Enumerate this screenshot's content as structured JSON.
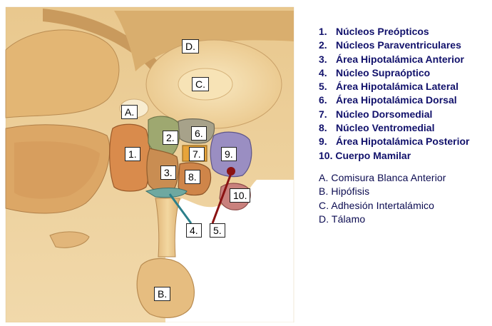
{
  "figure": {
    "markers": {
      "m1": "1.",
      "m2": "2.",
      "m3": "3.",
      "m4": "4.",
      "m5": "5.",
      "m6": "6.",
      "m7": "7.",
      "m8": "8.",
      "m9": "9.",
      "m10": "10.",
      "mA": "A.",
      "mB": "B.",
      "mC": "C.",
      "mD": "D."
    },
    "colors": {
      "background_tissue": "#f1d6a4",
      "dark_tissue": "#caa16b",
      "nucleus_1": "#d98b4c",
      "nucleus_2": "#9ea870",
      "nucleus_3": "#c98d52",
      "nucleus_6": "#a7a28a",
      "nucleus_7": "#e7a43a",
      "nucleus_8": "#cf8549",
      "nucleus_9": "#9a8ec2",
      "nucleus_10": "#c9817d",
      "pointer_4": "#2b7f8a",
      "pointer_5": "#8a1212"
    }
  },
  "legend": {
    "numbered": [
      {
        "num": "1.",
        "text": "Núcleos Preópticos"
      },
      {
        "num": "2.",
        "text": "Núcleos Paraventriculares"
      },
      {
        "num": "3.",
        "text": "Área Hipotalámica Anterior"
      },
      {
        "num": "4.",
        "text": "Núcleo Supraóptico"
      },
      {
        "num": "5.",
        "text": "Área Hipotalámica Lateral"
      },
      {
        "num": "6.",
        "text": "Área Hipotalámica Dorsal"
      },
      {
        "num": "7.",
        "text": "Núcleo Dorsomedial"
      },
      {
        "num": "8.",
        "text": "Núcleo Ventromedial"
      },
      {
        "num": "9.",
        "text": "Área Hipotalámica Posterior"
      },
      {
        "num": "10.",
        "text": "Cuerpo Mamilar"
      }
    ],
    "lettered": [
      "A. Comisura Blanca Anterior",
      "B. Hipófisis",
      "C. Adhesión Intertalámico",
      "D. Tálamo"
    ]
  }
}
